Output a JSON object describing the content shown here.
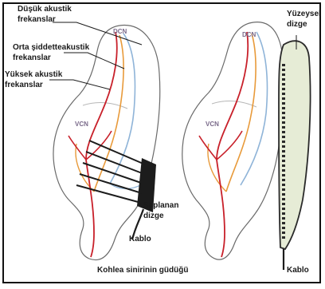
{
  "labels": {
    "low_freq_1": "Düşük akustik",
    "low_freq_2": "frekanslar",
    "mid_freq_1": "Orta şiddetteakustik",
    "mid_freq_2": "frekanslar",
    "high_freq_1": "Yüksek akustik",
    "high_freq_2": "frekanslar",
    "dcn_left": "DCN",
    "vcn_left": "VCN",
    "dcn_right": "DCN",
    "vcn_right": "VCN",
    "embedded_1": "Saplanan",
    "embedded_2": "dizge",
    "cable_left": "Kablo",
    "nerve_stump": "Kohlea sinirinin güdüğü",
    "surface_1": "Yüzeysel",
    "surface_2": "dizge",
    "cable_right": "Kablo"
  },
  "colors": {
    "low_freq": "#8fb4d8",
    "mid_freq": "#e89a3a",
    "high_freq": "#c8202a",
    "outline": "#666666",
    "array_fill": "#e6ecd6"
  }
}
